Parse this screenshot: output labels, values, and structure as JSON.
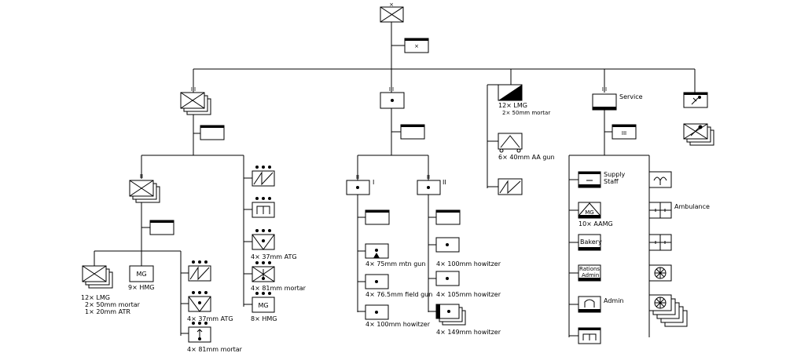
{
  "diagram": {
    "hq_marker": "×",
    "staff_marker": "×",
    "echelon_regiment": "III",
    "echelon_battalion": "II",
    "artillery_bn_1": "I",
    "artillery_bn_2": "II",
    "service_label": "Service",
    "service_staff_marker": "III",
    "units": {
      "inf_company_weapons": "12× LMG\n2× 50mm mortar\n1× 20mm ATR",
      "hmg_company": "9× HMG",
      "bn_atg": "4× 37mm ATG",
      "bn_mortar": "4× 81mm mortar",
      "regt_atg": "4× 37mm ATG",
      "regt_mortar": "4× 81mm mortar",
      "regt_hmg": "8× HMG",
      "mtn_gun": "4× 75mm mtn gun",
      "field_gun": "4× 76.5mm field gun",
      "howitzer_100_a": "4× 100mm howitzer",
      "howitzer_100_b": "4× 100mm howitzer",
      "howitzer_105": "4× 105mm howitzer",
      "howitzer_149": "4× 149mm howitzer",
      "recon_weapons": "12× LMG\n2× 50mm mortar",
      "aa_guns": "6× 40mm AA gun",
      "supply_staff": "Supply\nStaff",
      "aamg": "10× AAMG",
      "bakery": "Bakery",
      "rations_admin": "Rations\nAdmin",
      "admin": "Admin",
      "ambulance": "Ambulance",
      "mg_symbol": "MG"
    }
  },
  "colors": {
    "line": "#000000",
    "background": "#ffffff"
  }
}
